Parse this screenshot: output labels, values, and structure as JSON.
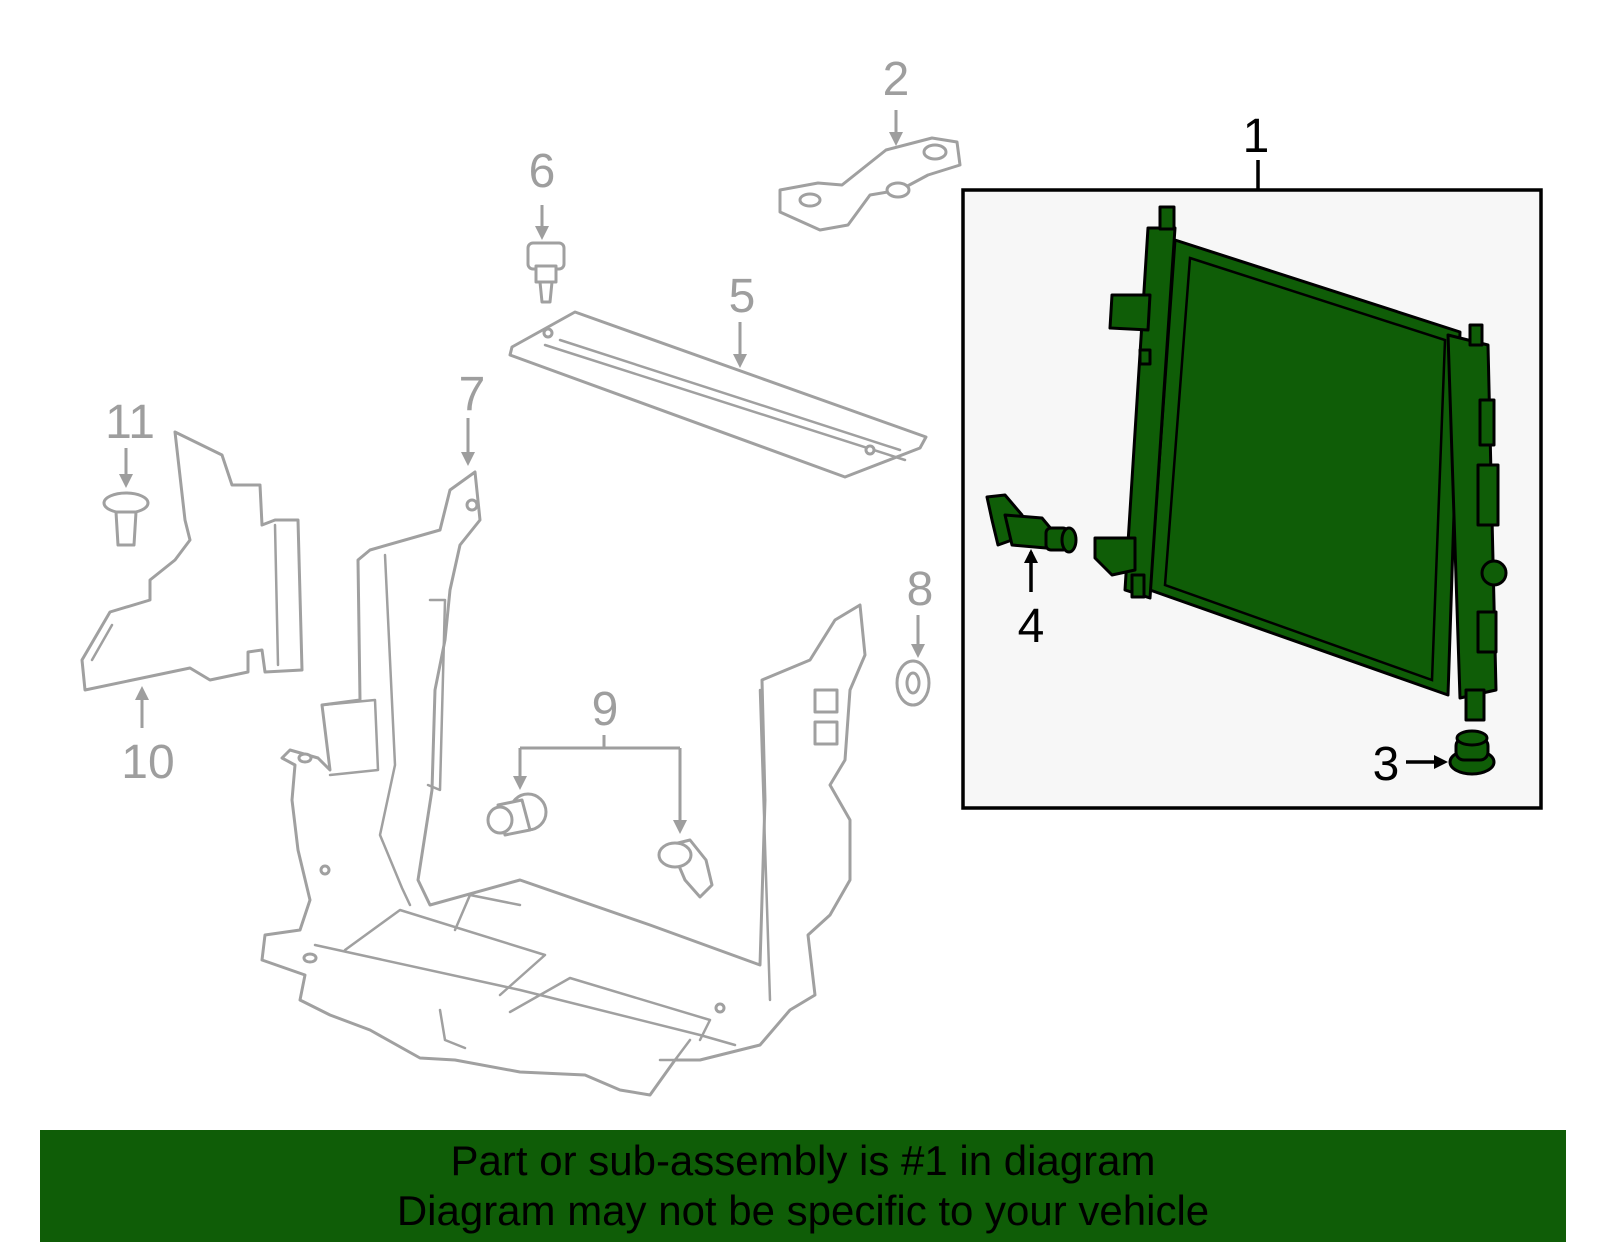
{
  "diagram": {
    "callouts": [
      {
        "id": "1",
        "label": "1",
        "tone": "highlight"
      },
      {
        "id": "2",
        "label": "2",
        "tone": "other"
      },
      {
        "id": "3",
        "label": "3",
        "tone": "highlight"
      },
      {
        "id": "4",
        "label": "4",
        "tone": "highlight"
      },
      {
        "id": "5",
        "label": "5",
        "tone": "other"
      },
      {
        "id": "6",
        "label": "6",
        "tone": "other"
      },
      {
        "id": "7",
        "label": "7",
        "tone": "other"
      },
      {
        "id": "8",
        "label": "8",
        "tone": "other"
      },
      {
        "id": "9",
        "label": "9",
        "tone": "other"
      },
      {
        "id": "10",
        "label": "10",
        "tone": "other"
      },
      {
        "id": "11",
        "label": "11",
        "tone": "other"
      }
    ],
    "highlight_color": "#0f5d07",
    "other_parts_color": "#a0a0a0",
    "inset_background": "#f7f7f7"
  },
  "footer": {
    "line1": "Part or sub-assembly is #1 in diagram",
    "line2": "Diagram may not be specific to your vehicle",
    "background": "#0f5d07"
  }
}
